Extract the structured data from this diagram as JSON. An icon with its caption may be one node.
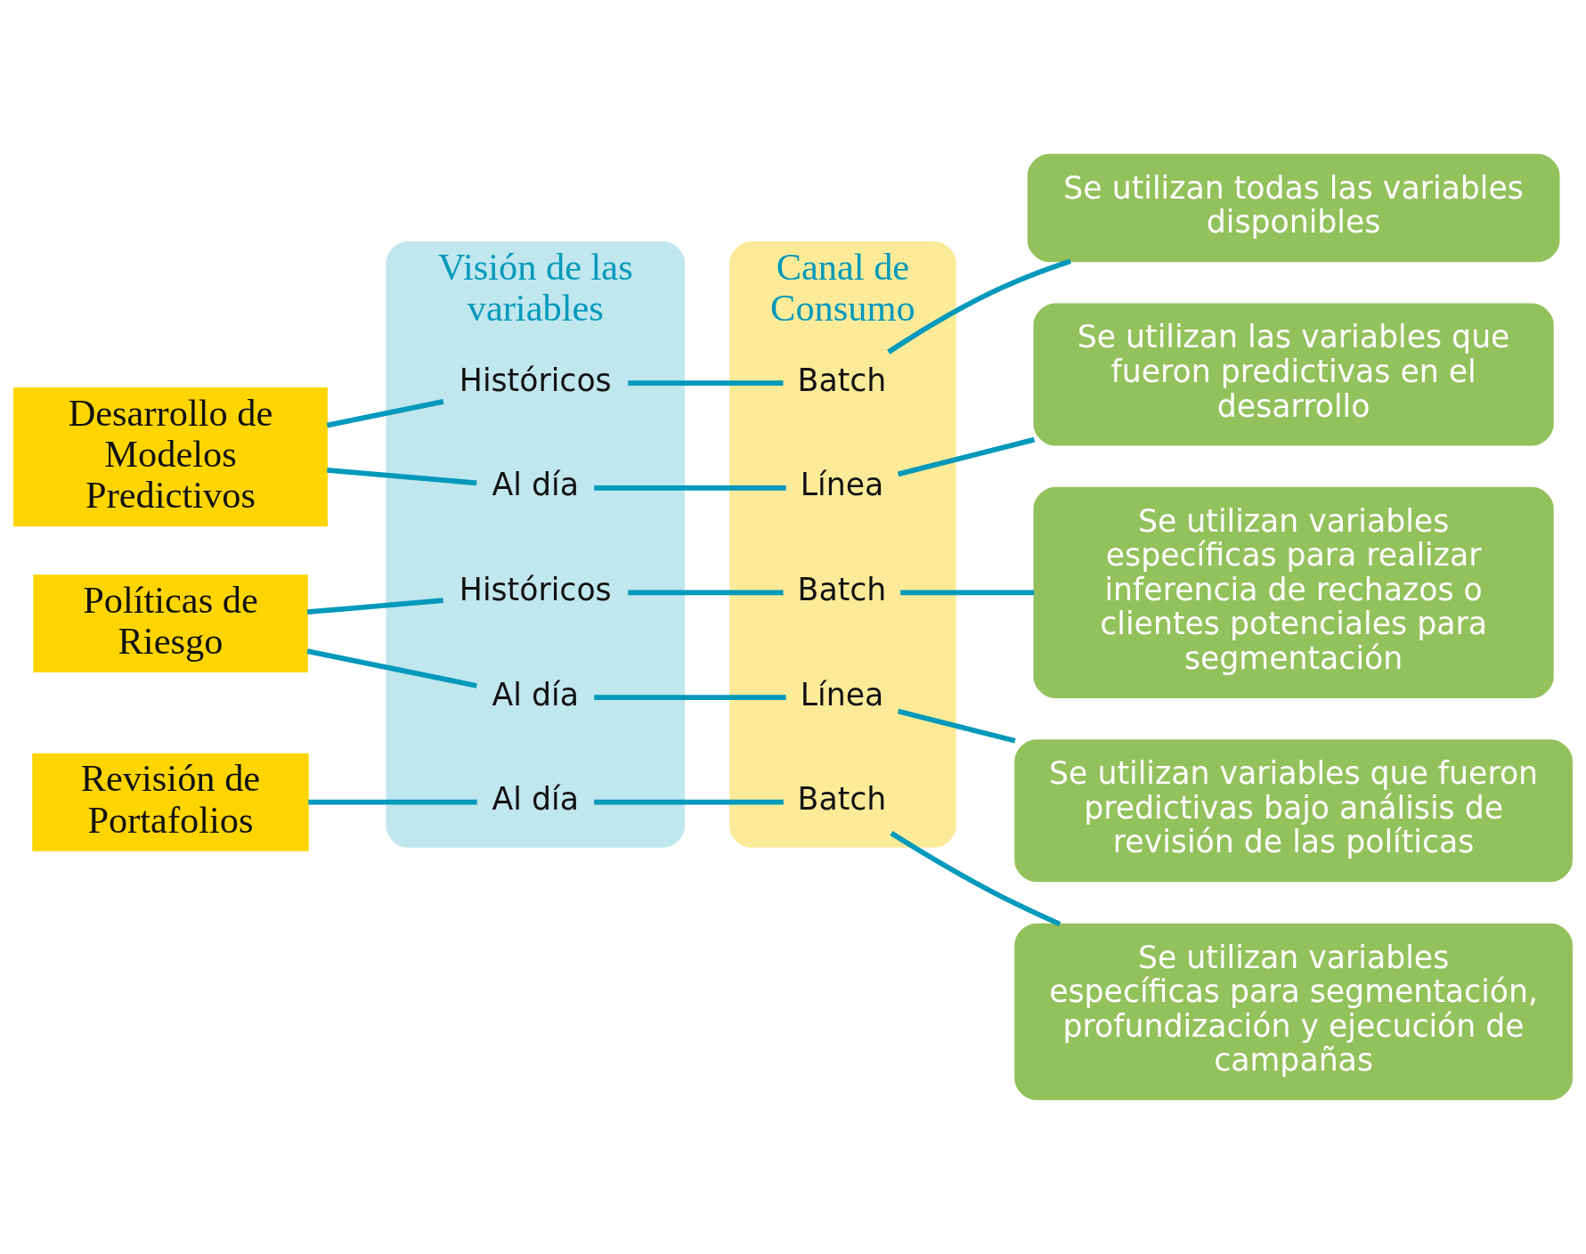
{
  "diagram": {
    "nodes": [
      {
        "text": [
          "Visión de las variables"
        ]
      },
      {
        "text": [
          "Canal de Consumo"
        ]
      },
      {
        "text": [
          "Desarrollo de Modelos Predictivos"
        ]
      },
      {
        "text": [
          "Históricos"
        ],
        "in": 0
      },
      {
        "text": [
          "Batch"
        ],
        "in": 1
      },
      {
        "text": [
          "Se utilizan todas las variables disponibles"
        ]
      },
      {
        "text": [
          "Al día"
        ],
        "in": 0
      },
      {
        "text": [
          "Línea"
        ],
        "in": 1
      },
      {
        "text": [
          "Se utilizan las variables que fueron predictivas en el desarrollo"
        ]
      },
      {
        "text": [
          "Políticas de Riesgo"
        ]
      },
      {
        "text": [
          "Históricos"
        ],
        "in": 0
      },
      {
        "text": [
          "Batch"
        ],
        "in": 1
      },
      {
        "text": [
          "Se utilizan variables específicas para realizar inferencia de rechazos o clientes potenciales para segmentación"
        ]
      },
      {
        "text": [
          "Al día"
        ],
        "in": 0
      },
      {
        "text": [
          "Línea"
        ],
        "in": 1
      },
      {
        "text": [
          "Se utilizan variables que fueron predictivas bajo análisis de revisión de las políticas"
        ]
      },
      {
        "text": [
          "Revisión de Portafolios"
        ]
      },
      {
        "text": [
          "Al día"
        ],
        "in": 0
      },
      {
        "text": [
          "Batch"
        ],
        "in": 1
      },
      {
        "text": [
          "Se utilizan variables específicas para segmentación, profundización y ejecución de campañas"
        ]
      }
    ],
    "edges": [
      {
        "from": 2,
        "to": 3,
        "arrow": "none"
      },
      {
        "from": 2,
        "to": 6,
        "arrow": "none"
      },
      {
        "from": 3,
        "to": 4,
        "arrow": "none"
      },
      {
        "from": 4,
        "to": 5,
        "arrow": "none"
      },
      {
        "from": 6,
        "to": 7,
        "arrow": "none"
      },
      {
        "from": 7,
        "to": 8,
        "arrow": "none"
      },
      {
        "from": 9,
        "to": 10,
        "arrow": "none"
      },
      {
        "from": 9,
        "to": 13,
        "arrow": "none"
      },
      {
        "from": 10,
        "to": 11,
        "arrow": "none"
      },
      {
        "from": 11,
        "to": 12,
        "arrow": "none"
      },
      {
        "from": 13,
        "to": 14,
        "arrow": "none"
      },
      {
        "from": 14,
        "to": 15,
        "arrow": "none"
      },
      {
        "from": 16,
        "to": 17,
        "arrow": "none"
      },
      {
        "from": 17,
        "to": 18,
        "arrow": "none"
      },
      {
        "from": 18,
        "to": 19,
        "arrow": "none"
      }
    ]
  }
}
